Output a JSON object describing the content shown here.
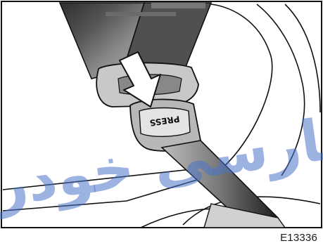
{
  "figure": {
    "press_label": "PRESS",
    "code": "E13336",
    "watermark_text": "فارسی خودرو",
    "colors": {
      "belt_dark": "#3a3a3a",
      "belt_mid": "#6b6b6b",
      "belt_light": "#9b9b9b",
      "buckle_gray": "#c4c4c4",
      "outline": "#111111",
      "watermark": "#4a72c8"
    }
  }
}
